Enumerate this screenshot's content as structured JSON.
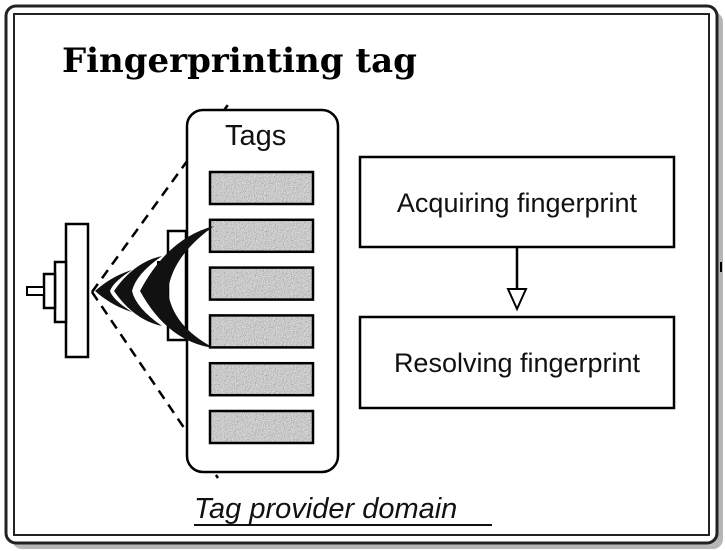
{
  "diagram": {
    "title": "Fingerprinting tag",
    "tags_label": "Tags",
    "step_acquire": "Acquiring fingerprint",
    "step_resolve": "Resolving fingerprint",
    "domain_label": "Tag provider domain",
    "tag_count": 6
  }
}
